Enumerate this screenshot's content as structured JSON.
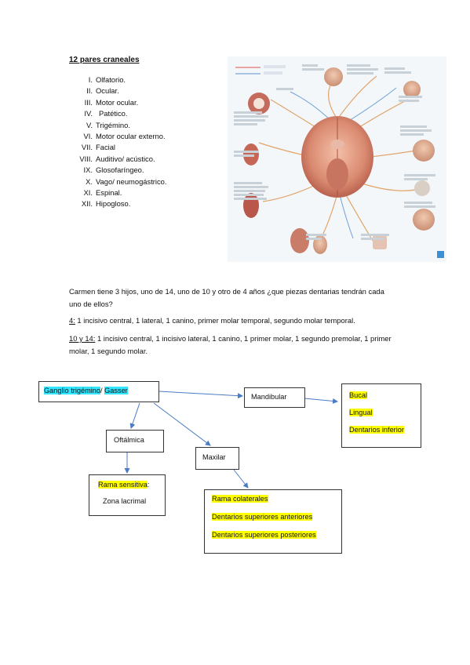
{
  "title": "12 pares craneales",
  "nerves": [
    {
      "num": "I.",
      "name": "Olfatorio."
    },
    {
      "num": "II.",
      "name": "Ocular."
    },
    {
      "num": "III.",
      "name": "Motor ocular."
    },
    {
      "num": "IV.",
      "name": "Patético."
    },
    {
      "num": "V.",
      "name": "Trigémino."
    },
    {
      "num": "VI.",
      "name": "Motor ocular externo."
    },
    {
      "num": "VII.",
      "name": "Facial"
    },
    {
      "num": "VIII.",
      "name": "Auditivo/ acústico."
    },
    {
      "num": "IX.",
      "name": "Glosofaríngeo."
    },
    {
      "num": "X.",
      "name": "Vago/ neumogástrico."
    },
    {
      "num": "XI.",
      "name": "Espinal."
    },
    {
      "num": "XII.",
      "name": "Hipogloso."
    }
  ],
  "question": "Carmen tiene 3 hijos, uno de 14, uno de 10 y otro de 4 años ¿que piezas dentarias tendrán cada uno de ellos?",
  "answer4": {
    "label": "4:",
    "text": " 1 incisivo central, 1 lateral, 1 canino, primer molar temporal, segundo molar temporal."
  },
  "answer10": {
    "label": "10 y 14:",
    "text": " 1 incisivo central, 1 incisivo lateral, 1 canino, 1 primer molar, 1 segundo premolar, 1 primer molar, 1 segundo molar."
  },
  "diagram": {
    "root": {
      "part1": "Ganglio trigémino",
      "sep": "/ ",
      "part2": "Gasser"
    },
    "mandibular": "Mandibular",
    "mandibular_branches": [
      "Bucal",
      "Lingual",
      "Dentarios inferior"
    ],
    "oftalmica": "Oftálmica",
    "oftalmica_detail": {
      "label": "Rama sensitiva",
      "colon": ":",
      "text": "Zona lacrimal"
    },
    "maxilar": "Maxilar",
    "maxilar_branches": [
      "Rama colaterales",
      "Dentarios superiores anteriores",
      "Dentarios superiores posteriores"
    ]
  },
  "colors": {
    "cyan_highlight": "#33e6ff",
    "yellow_highlight": "#ffff00",
    "arrow": "#4a7bc4"
  }
}
